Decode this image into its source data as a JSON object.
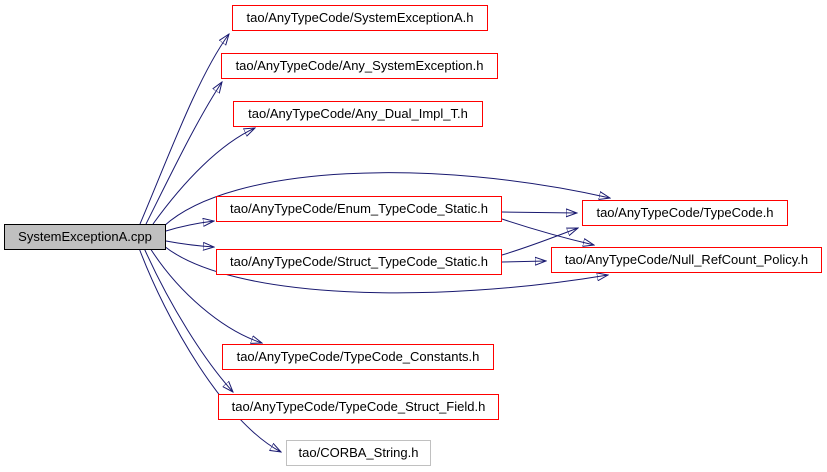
{
  "page": {
    "background_color": "#ffffff",
    "edge_color": "#191970",
    "node_border_color_linked": "#ff0000",
    "node_border_color_unlinked": "#c0c0c0",
    "source_node_fill_color": "#c0c0c0"
  },
  "graph": {
    "nodes": {
      "source_cpp": {
        "label": "SystemExceptionA.cpp"
      },
      "system_exception_a_h": {
        "label": "tao/AnyTypeCode/SystemExceptionA.h"
      },
      "any_system_exception_h": {
        "label": "tao/AnyTypeCode/Any_SystemException.h"
      },
      "any_dual_impl_t_h": {
        "label": "tao/AnyTypeCode/Any_Dual_Impl_T.h"
      },
      "enum_typecode_static_h": {
        "label": "tao/AnyTypeCode/Enum_TypeCode_Static.h"
      },
      "struct_typecode_static_h": {
        "label": "tao/AnyTypeCode/Struct_TypeCode_Static.h"
      },
      "typecode_h": {
        "label": "tao/AnyTypeCode/TypeCode.h"
      },
      "null_refcount_policy_h": {
        "label": "tao/AnyTypeCode/Null_RefCount_Policy.h"
      },
      "typecode_constants_h": {
        "label": "tao/AnyTypeCode/TypeCode_Constants.h"
      },
      "typecode_struct_field_h": {
        "label": "tao/AnyTypeCode/TypeCode_Struct_Field.h"
      },
      "corba_string_h": {
        "label": "tao/CORBA_String.h"
      }
    },
    "edges": [
      {
        "from": "SystemExceptionA.cpp",
        "to": "tao/AnyTypeCode/SystemExceptionA.h"
      },
      {
        "from": "SystemExceptionA.cpp",
        "to": "tao/AnyTypeCode/Any_SystemException.h"
      },
      {
        "from": "SystemExceptionA.cpp",
        "to": "tao/AnyTypeCode/Any_Dual_Impl_T.h"
      },
      {
        "from": "SystemExceptionA.cpp",
        "to": "tao/AnyTypeCode/Enum_TypeCode_Static.h"
      },
      {
        "from": "SystemExceptionA.cpp",
        "to": "tao/AnyTypeCode/Struct_TypeCode_Static.h"
      },
      {
        "from": "SystemExceptionA.cpp",
        "to": "tao/AnyTypeCode/TypeCode.h"
      },
      {
        "from": "SystemExceptionA.cpp",
        "to": "tao/AnyTypeCode/Null_RefCount_Policy.h"
      },
      {
        "from": "SystemExceptionA.cpp",
        "to": "tao/AnyTypeCode/TypeCode_Constants.h"
      },
      {
        "from": "SystemExceptionA.cpp",
        "to": "tao/AnyTypeCode/TypeCode_Struct_Field.h"
      },
      {
        "from": "SystemExceptionA.cpp",
        "to": "tao/CORBA_String.h"
      },
      {
        "from": "tao/AnyTypeCode/Enum_TypeCode_Static.h",
        "to": "tao/AnyTypeCode/TypeCode.h"
      },
      {
        "from": "tao/AnyTypeCode/Enum_TypeCode_Static.h",
        "to": "tao/AnyTypeCode/Null_RefCount_Policy.h"
      },
      {
        "from": "tao/AnyTypeCode/Struct_TypeCode_Static.h",
        "to": "tao/AnyTypeCode/TypeCode.h"
      },
      {
        "from": "tao/AnyTypeCode/Struct_TypeCode_Static.h",
        "to": "tao/AnyTypeCode/Null_RefCount_Policy.h"
      }
    ]
  }
}
